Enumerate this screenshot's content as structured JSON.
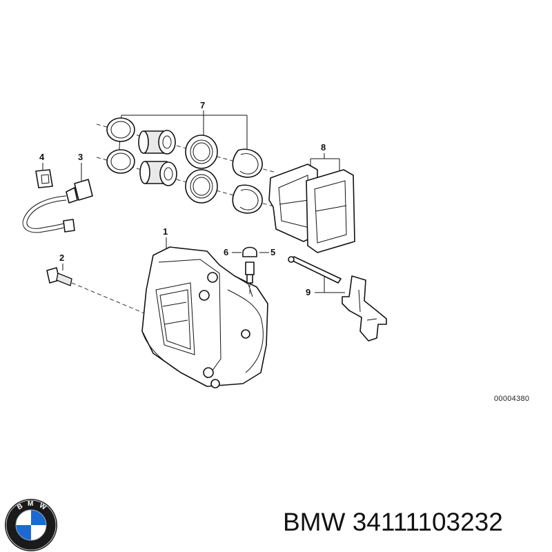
{
  "callouts": {
    "c1": "1",
    "c2": "2",
    "c3": "3",
    "c4": "4",
    "c5": "5",
    "c6": "6",
    "c7": "7",
    "c8": "8",
    "c9": "9"
  },
  "drawing_id": "00004380",
  "footer": {
    "brand": "BMW",
    "part_number": "34111103232"
  },
  "logo": {
    "text": "BMW",
    "colors": {
      "blue": "#1c69d4",
      "white": "#ffffff",
      "black": "#111111"
    }
  }
}
